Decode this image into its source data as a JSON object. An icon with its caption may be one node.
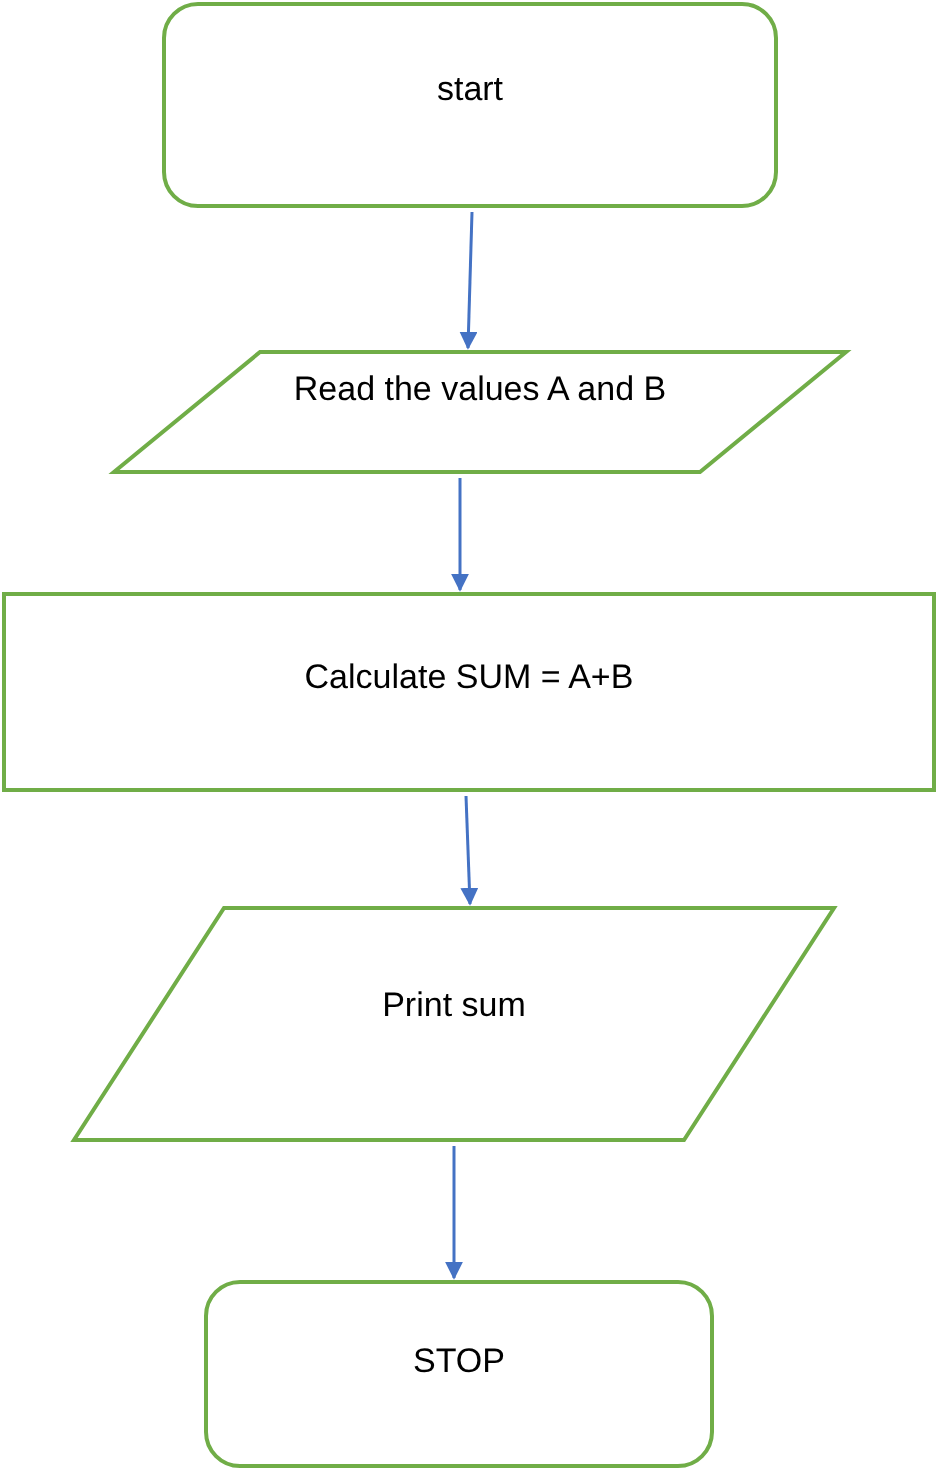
{
  "diagram": {
    "nodes": [
      {
        "text": [
          "start"
        ]
      },
      {
        "text": [
          "Read the values A and B"
        ]
      },
      {
        "text": [
          "Calculate SUM = A+B"
        ]
      },
      {
        "text": [
          "Print sum"
        ]
      },
      {
        "text": [
          "STOP"
        ]
      }
    ],
    "edges": [
      {
        "from": 0,
        "to": 1,
        "arrow": "to"
      },
      {
        "from": 1,
        "to": 2,
        "arrow": "to"
      },
      {
        "from": 2,
        "to": 3,
        "arrow": "to"
      },
      {
        "from": 3,
        "to": 4,
        "arrow": "to"
      }
    ]
  }
}
